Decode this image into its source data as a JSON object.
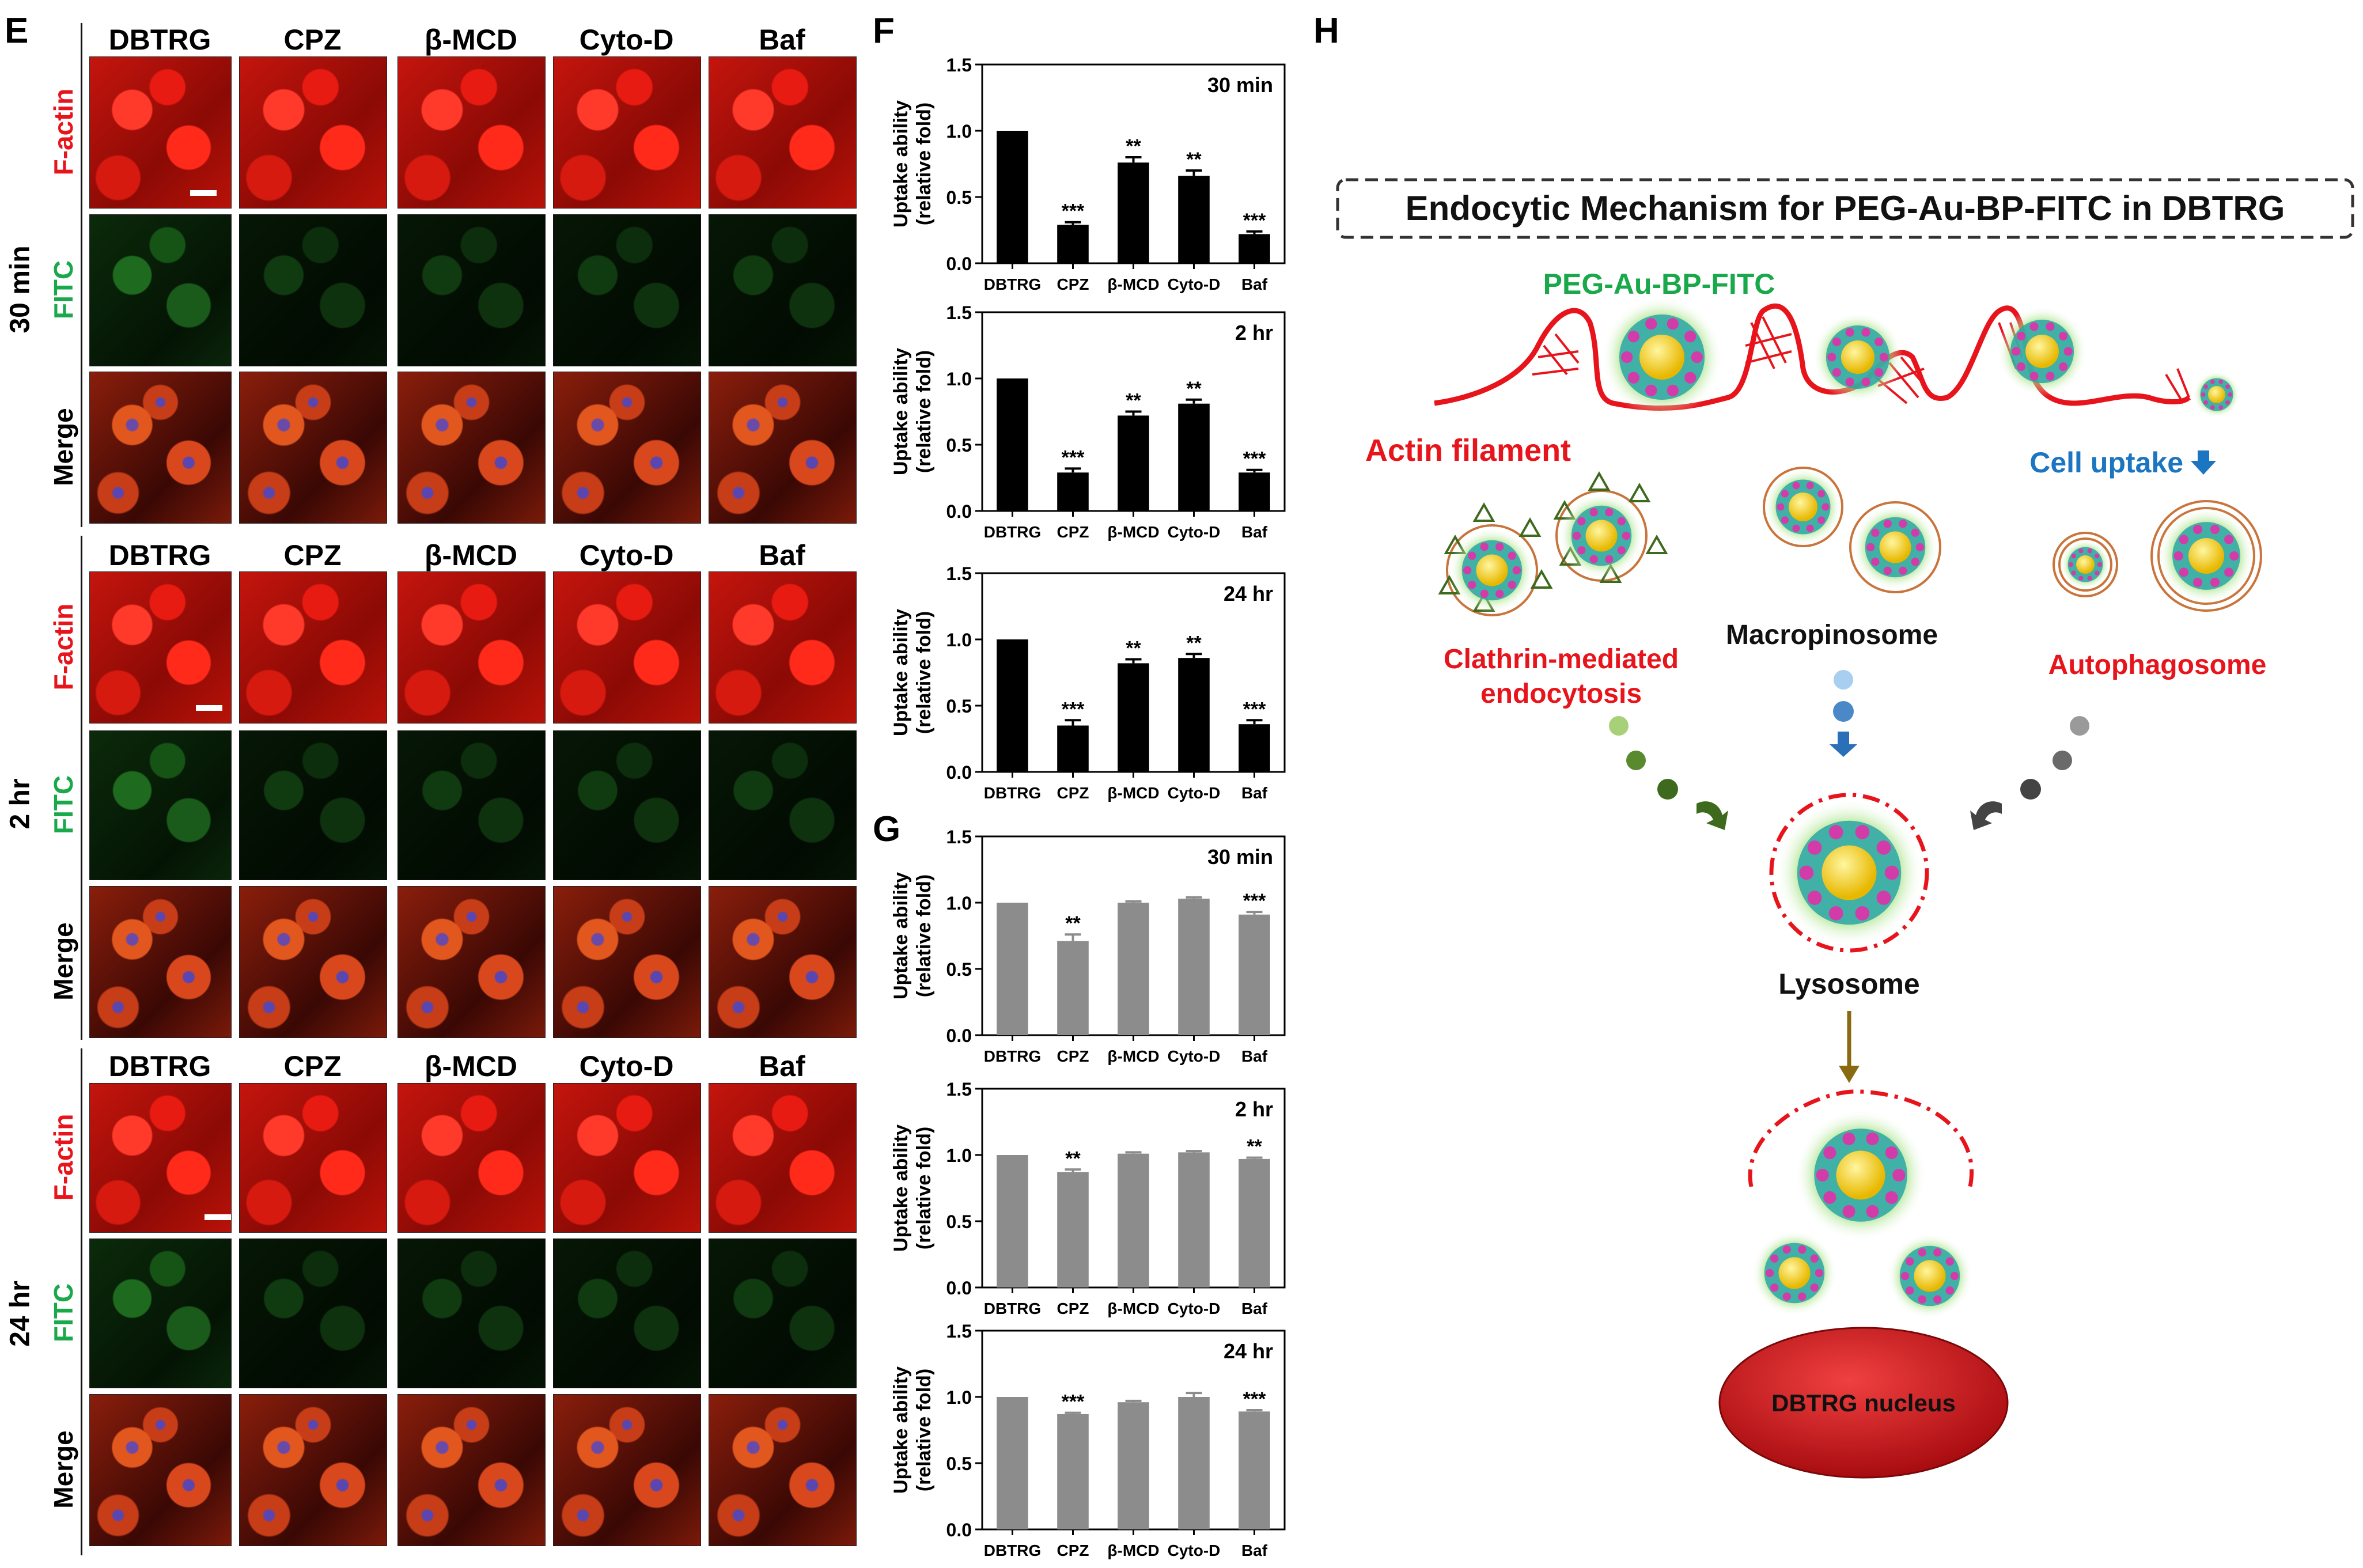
{
  "panel_e": {
    "letter": "E",
    "treatments": [
      "DBTRG",
      "CPZ",
      "β-MCD",
      "Cyto-D",
      "Baf"
    ],
    "channels": [
      {
        "label": "F-actin",
        "color": "#e8141c"
      },
      {
        "label": "FITC",
        "color": "#19a84a"
      },
      {
        "label": "Merge",
        "color": "#000000"
      }
    ],
    "timepoints": [
      "30 min",
      "2 hr",
      "24 hr"
    ]
  },
  "panel_f": {
    "letter": "F",
    "ylabel_line1": "Uptake ability",
    "ylabel_line2": "(relative fold)"
  },
  "panel_g": {
    "letter": "G",
    "ylabel_line1": "Uptake ability",
    "ylabel_line2": "(relative fold)"
  },
  "chart_data": [
    {
      "type": "bar",
      "panel": "F",
      "title": "30 min",
      "categories": [
        "DBTRG",
        "CPZ",
        "β-MCD",
        "Cyto-D",
        "Baf"
      ],
      "values": [
        1.0,
        0.29,
        0.76,
        0.66,
        0.22
      ],
      "errors": [
        0,
        0.02,
        0.04,
        0.04,
        0.02
      ],
      "significance": [
        "",
        "***",
        "**",
        "**",
        "***"
      ],
      "ylim": [
        0,
        1.5
      ],
      "yticks": [
        "0.0",
        "0.5",
        "1.0",
        "1.5"
      ],
      "bar_color": "#000000"
    },
    {
      "type": "bar",
      "panel": "F",
      "title": "2 hr",
      "categories": [
        "DBTRG",
        "CPZ",
        "β-MCD",
        "Cyto-D",
        "Baf"
      ],
      "values": [
        1.0,
        0.29,
        0.72,
        0.81,
        0.29
      ],
      "errors": [
        0,
        0.03,
        0.03,
        0.03,
        0.02
      ],
      "significance": [
        "",
        "***",
        "**",
        "**",
        "***"
      ],
      "ylim": [
        0,
        1.5
      ],
      "yticks": [
        "0.0",
        "0.5",
        "1.0",
        "1.5"
      ],
      "bar_color": "#000000"
    },
    {
      "type": "bar",
      "panel": "F",
      "title": "24 hr",
      "categories": [
        "DBTRG",
        "CPZ",
        "β-MCD",
        "Cyto-D",
        "Baf"
      ],
      "values": [
        1.0,
        0.35,
        0.82,
        0.86,
        0.36
      ],
      "errors": [
        0,
        0.04,
        0.03,
        0.03,
        0.03
      ],
      "significance": [
        "",
        "***",
        "**",
        "**",
        "***"
      ],
      "ylim": [
        0,
        1.5
      ],
      "yticks": [
        "0.0",
        "0.5",
        "1.0",
        "1.5"
      ],
      "bar_color": "#000000"
    },
    {
      "type": "bar",
      "panel": "G",
      "title": "30 min",
      "categories": [
        "DBTRG",
        "CPZ",
        "β-MCD",
        "Cyto-D",
        "Baf"
      ],
      "values": [
        1.0,
        0.71,
        1.0,
        1.03,
        0.91
      ],
      "errors": [
        0,
        0.05,
        0.01,
        0.01,
        0.02
      ],
      "significance": [
        "",
        "**",
        "",
        "",
        "***"
      ],
      "ylim": [
        0,
        1.5
      ],
      "yticks": [
        "0.0",
        "0.5",
        "1.0",
        "1.5"
      ],
      "bar_color": "#8c8c8c"
    },
    {
      "type": "bar",
      "panel": "G",
      "title": "2 hr",
      "categories": [
        "DBTRG",
        "CPZ",
        "β-MCD",
        "Cyto-D",
        "Baf"
      ],
      "values": [
        1.0,
        0.87,
        1.01,
        1.02,
        0.97
      ],
      "errors": [
        0,
        0.02,
        0.01,
        0.01,
        0.01
      ],
      "significance": [
        "",
        "**",
        "",
        "",
        "**"
      ],
      "ylim": [
        0,
        1.5
      ],
      "yticks": [
        "0.0",
        "0.5",
        "1.0",
        "1.5"
      ],
      "bar_color": "#8c8c8c"
    },
    {
      "type": "bar",
      "panel": "G",
      "title": "24 hr",
      "categories": [
        "DBTRG",
        "CPZ",
        "β-MCD",
        "Cyto-D",
        "Baf"
      ],
      "values": [
        1.0,
        0.87,
        0.96,
        1.0,
        0.89
      ],
      "errors": [
        0,
        0.01,
        0.01,
        0.03,
        0.01
      ],
      "significance": [
        "",
        "***",
        "",
        "",
        "***"
      ],
      "ylim": [
        0,
        1.5
      ],
      "yticks": [
        "0.0",
        "0.5",
        "1.0",
        "1.5"
      ],
      "bar_color": "#8c8c8c"
    }
  ],
  "panel_h": {
    "letter": "H",
    "title": "Endocytic Mechanism for PEG-Au-BP-FITC in DBTRG",
    "particle_label": "PEG-Au-BP-FITC",
    "actin_label": "Actin filament",
    "uptake_label": "Cell uptake",
    "clathrin_label_1": "Clathrin-mediated",
    "clathrin_label_2": "endocytosis",
    "macro_label": "Macropinosome",
    "auto_label": "Autophagosome",
    "lysosome_label": "Lysosome",
    "nucleus_label": "DBTRG nucleus",
    "colors": {
      "red": "#e8141c",
      "green": "#19a84a",
      "blue": "#1b75c0",
      "brown": "#c8743a",
      "dark_green": "#3e5a1e",
      "gray": "#555555",
      "gold": "#f5d020",
      "nucleus": "#d0141c"
    }
  }
}
